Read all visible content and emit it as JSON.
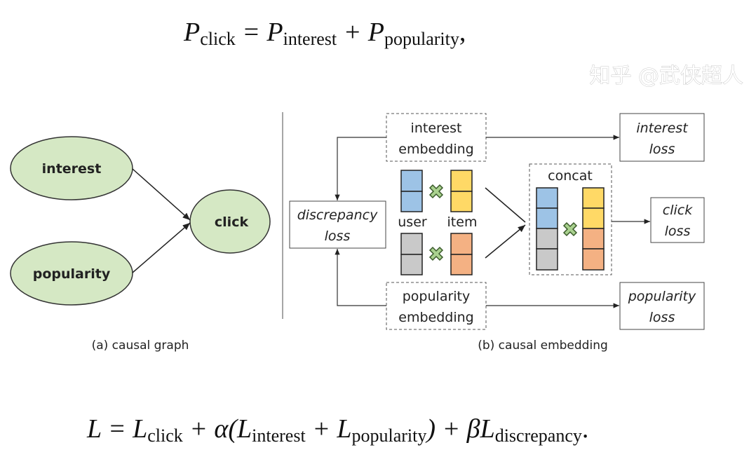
{
  "formula_top": {
    "main": "P",
    "sub1": "click",
    "eq": " = P",
    "sub2": "interest",
    "plus": " + P",
    "sub3": "popularity",
    "end": ","
  },
  "formula_bottom": {
    "main": "L = L",
    "sub1": "click",
    "p1": " + α(L",
    "sub2": "interest",
    "p2": " + L",
    "sub3": "popularity",
    "p3": ") + βL",
    "sub4": "discrepancy",
    "end": "."
  },
  "causal_graph": {
    "nodes": {
      "interest": "interest",
      "popularity": "popularity",
      "click": "click"
    },
    "caption": "(a) causal graph"
  },
  "causal_embedding": {
    "interest_embedding": [
      "interest",
      "embedding"
    ],
    "popularity_embedding": [
      "popularity",
      "embedding"
    ],
    "discrepancy_loss": [
      "discrepancy",
      "loss"
    ],
    "interest_loss": [
      "interest",
      "loss"
    ],
    "click_loss": [
      "click",
      "loss"
    ],
    "popularity_loss": [
      "popularity",
      "loss"
    ],
    "user_label": "user",
    "item_label": "item",
    "concat_label": "concat",
    "caption": "(b) causal embedding"
  },
  "colors": {
    "node_fill": "#d5e8c4",
    "user_interest": "#9dc3e6",
    "item_interest": "#ffd966",
    "user_popularity": "#c9c9c9",
    "item_popularity": "#f4b183",
    "multiply": "#a9d18e"
  },
  "watermark": "知乎 @武侠超人"
}
